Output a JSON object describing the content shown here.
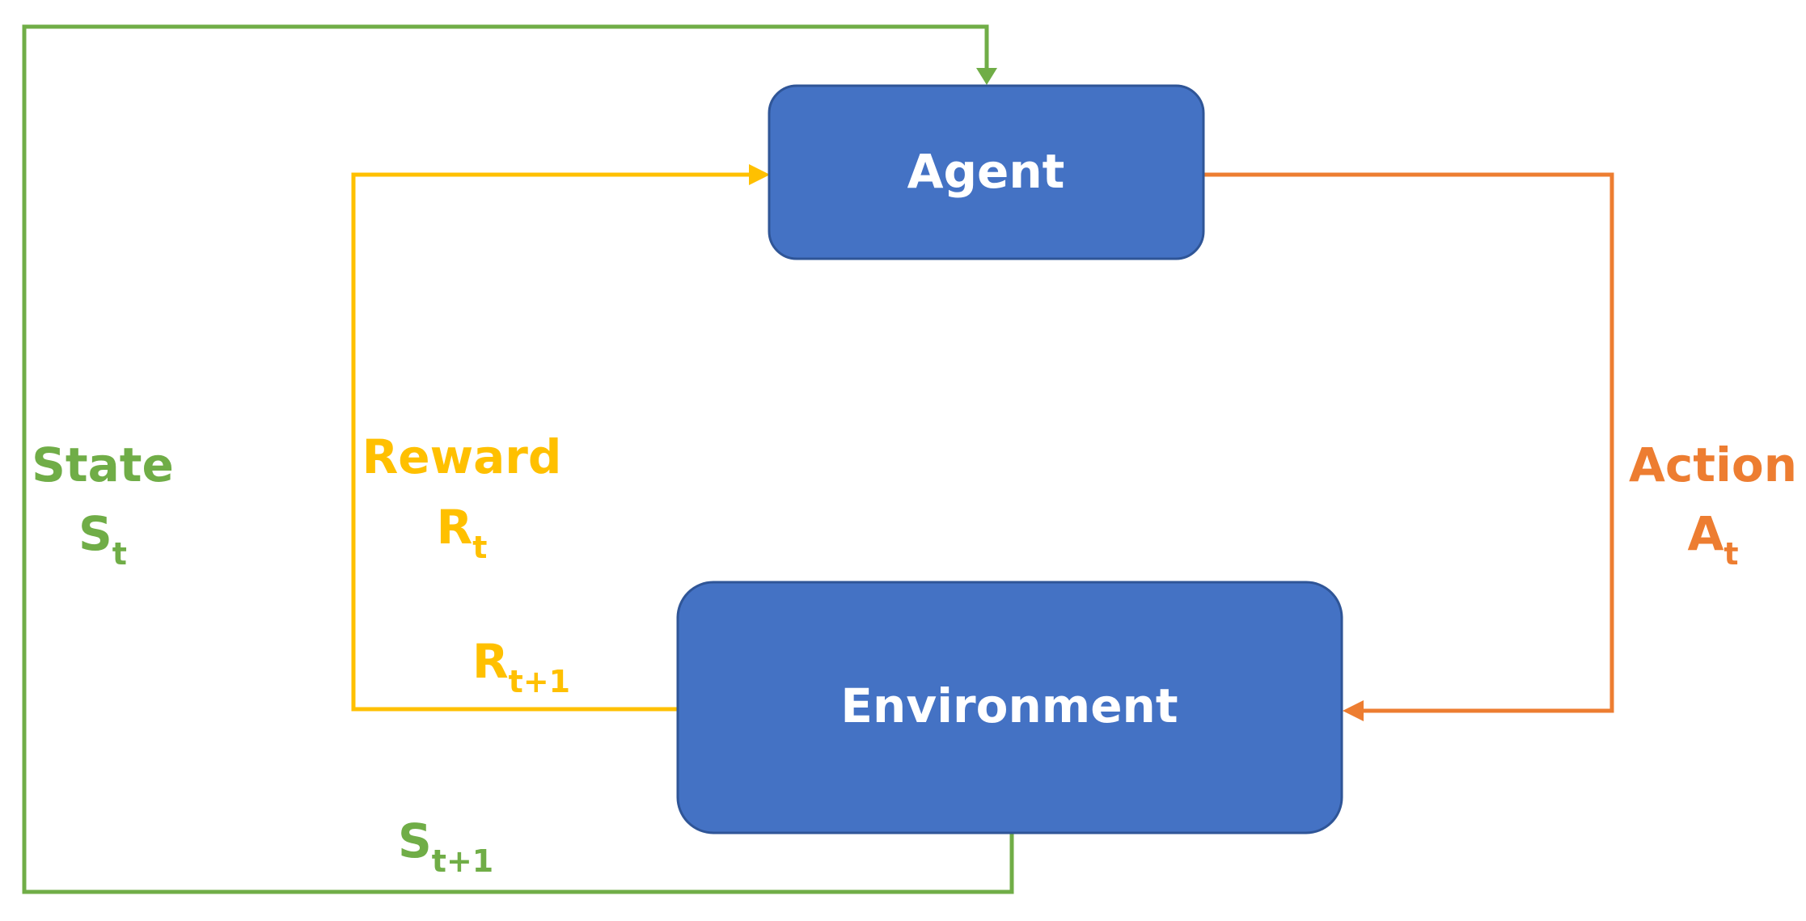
{
  "colors": {
    "node_fill": "#4472C4",
    "node_stroke": "#2F5597",
    "node_text": "#FFFFFF",
    "state": "#70AD47",
    "reward": "#FFC000",
    "action": "#ED7D31"
  },
  "nodes": {
    "agent": {
      "label": "Agent"
    },
    "environment": {
      "label": "Environment"
    }
  },
  "labels": {
    "state": {
      "word": "State",
      "symbol": "S",
      "subscript": "t"
    },
    "reward": {
      "word": "Reward",
      "symbol": "R",
      "subscript": "t"
    },
    "action": {
      "word": "Action",
      "symbol": "A",
      "subscript": "t"
    },
    "next_reward": {
      "symbol": "R",
      "subscript": "t+1"
    },
    "next_state": {
      "symbol": "S",
      "subscript": "t+1"
    }
  }
}
